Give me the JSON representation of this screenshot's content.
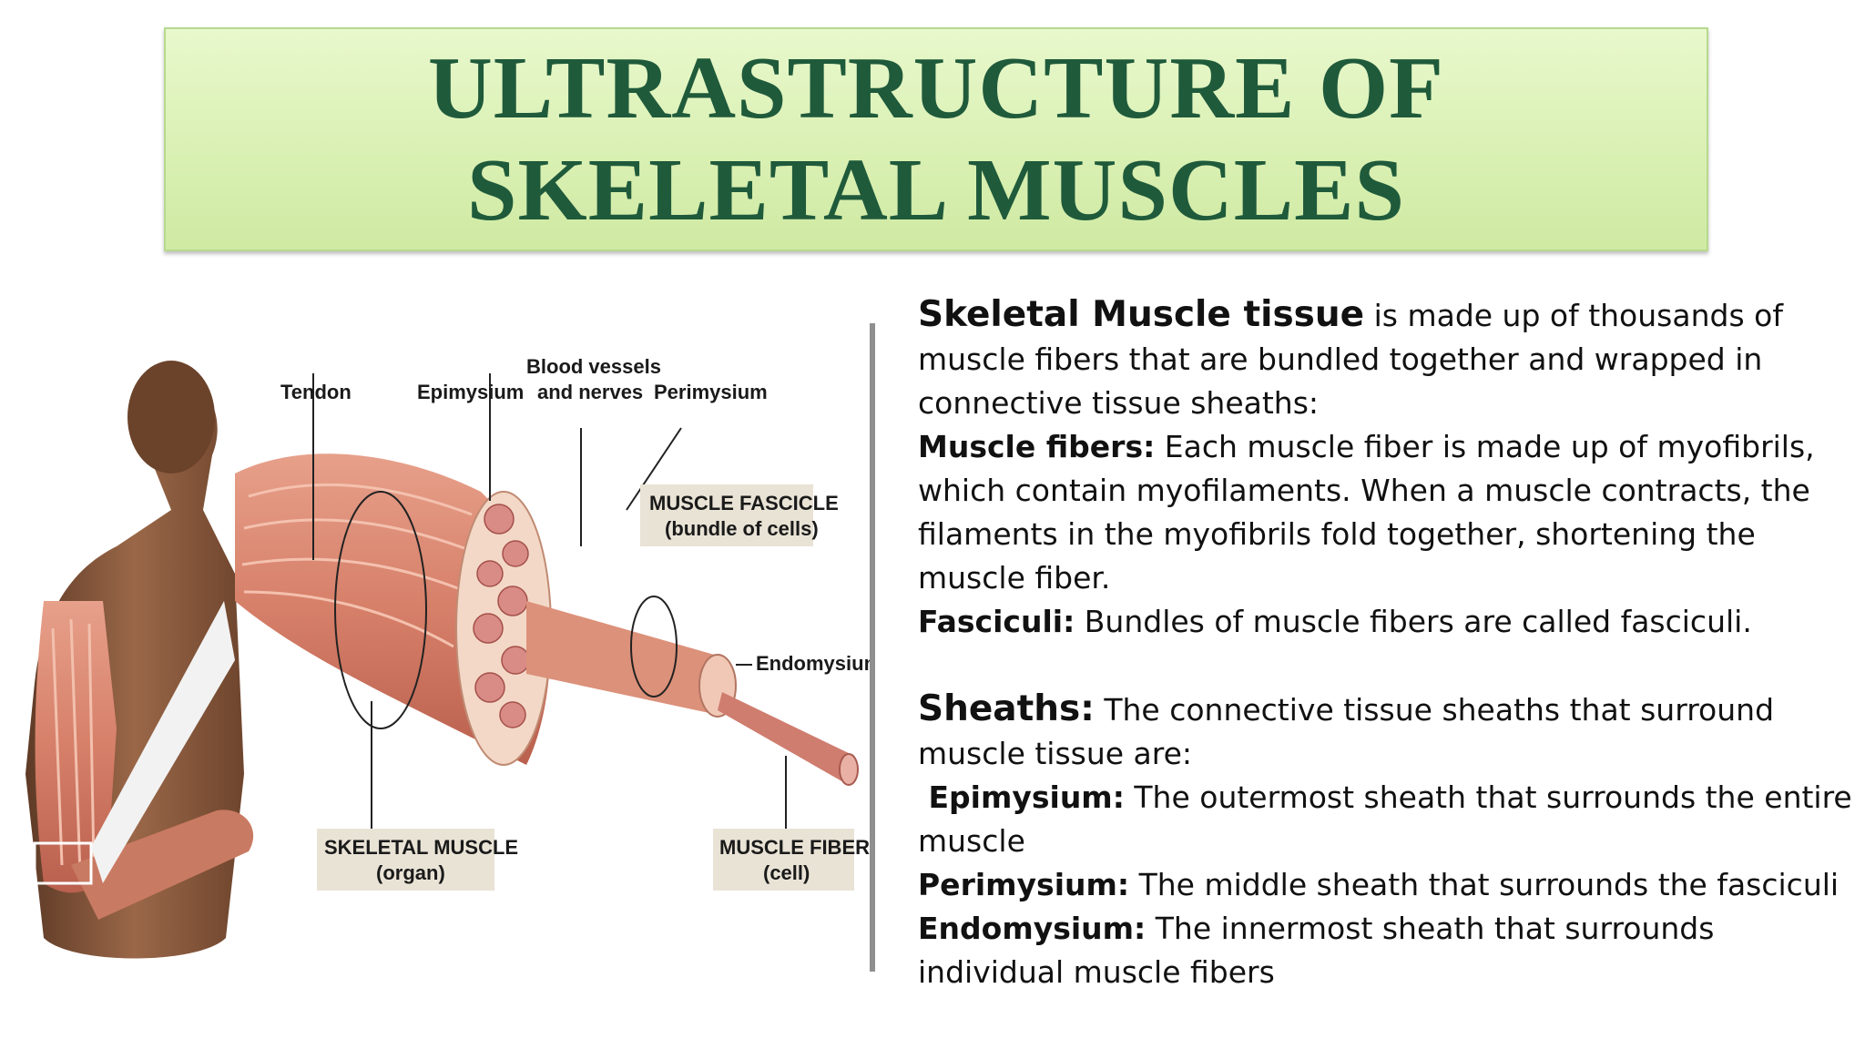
{
  "title": {
    "line1": "ULTRASTRUCTURE OF",
    "line2": "SKELETAL MUSCLES"
  },
  "figure": {
    "labels": {
      "tendon": "Tendon",
      "epimysium": "Epimysium",
      "blood_vessels_1": "Blood vessels",
      "blood_vessels_2": "and nerves",
      "perimysium": "Perimysium",
      "fascicle_1": "MUSCLE FASCICLE",
      "fascicle_2": "(bundle of cells)",
      "endomysium": "Endomysium",
      "skeletal_1": "SKELETAL MUSCLE",
      "skeletal_2": "(organ)",
      "fiber_1": "MUSCLE FIBER",
      "fiber_2": "(cell)"
    }
  },
  "body": {
    "p1_bold": "Skeletal Muscle tissue",
    "p1_text": " is made up of thousands of muscle fibers that are bundled together and wrapped in connective tissue sheaths:",
    "p2_bold": "Muscle fibers:",
    "p2_text": " Each muscle fiber is made up of myofibrils, which contain myofilaments. When a muscle contracts, the filaments in the myofibrils fold together, shortening the muscle fiber.",
    "p3_bold": "Fasciculi:",
    "p3_text": " Bundles of muscle fibers are called fasciculi.",
    "p4_bold": "Sheaths:",
    "p4_text": " The connective tissue sheaths that surround muscle tissue are:",
    "p5_bold": " Epimysium:",
    "p5_text": " The outermost sheath that surrounds the entire muscle",
    "p6_bold": "Perimysium:",
    "p6_text": " The middle sheath that surrounds the fasciculi",
    "p7_bold": "Endomysium:",
    "p7_text": " The innermost sheath that surrounds individual muscle fibers"
  },
  "colors": {
    "title_text": "#1f5a3b",
    "title_bg": "#dbf1b6",
    "muscle": "#d9826e",
    "skin": "#8a5a3c",
    "label_box": "#e9e3d6"
  }
}
